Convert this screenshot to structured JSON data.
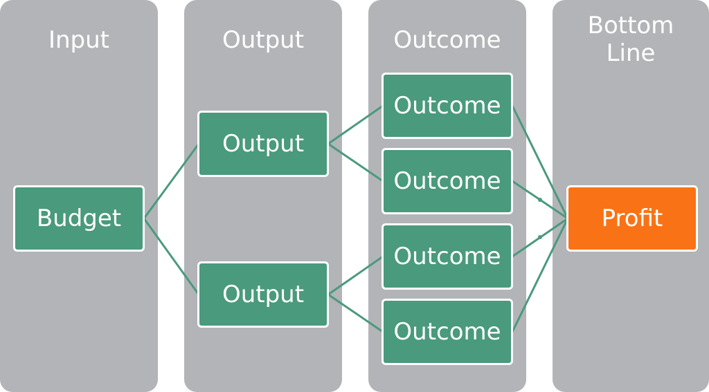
{
  "columns": {
    "input": "Input",
    "output": "Output",
    "outcome": "Outcome",
    "bottom_line": "Bottom\nLine"
  },
  "nodes": {
    "budget": "Budget",
    "output_1": "Output",
    "output_2": "Output",
    "outcome_1": "Outcome",
    "outcome_2": "Outcome",
    "outcome_3": "Outcome",
    "outcome_4": "Outcome",
    "profit": "Profit"
  },
  "colors": {
    "column_bg": "#b3b4b8",
    "node_green": "#4a9a7d",
    "node_orange": "#f97316",
    "connector": "#4a9a7d"
  }
}
